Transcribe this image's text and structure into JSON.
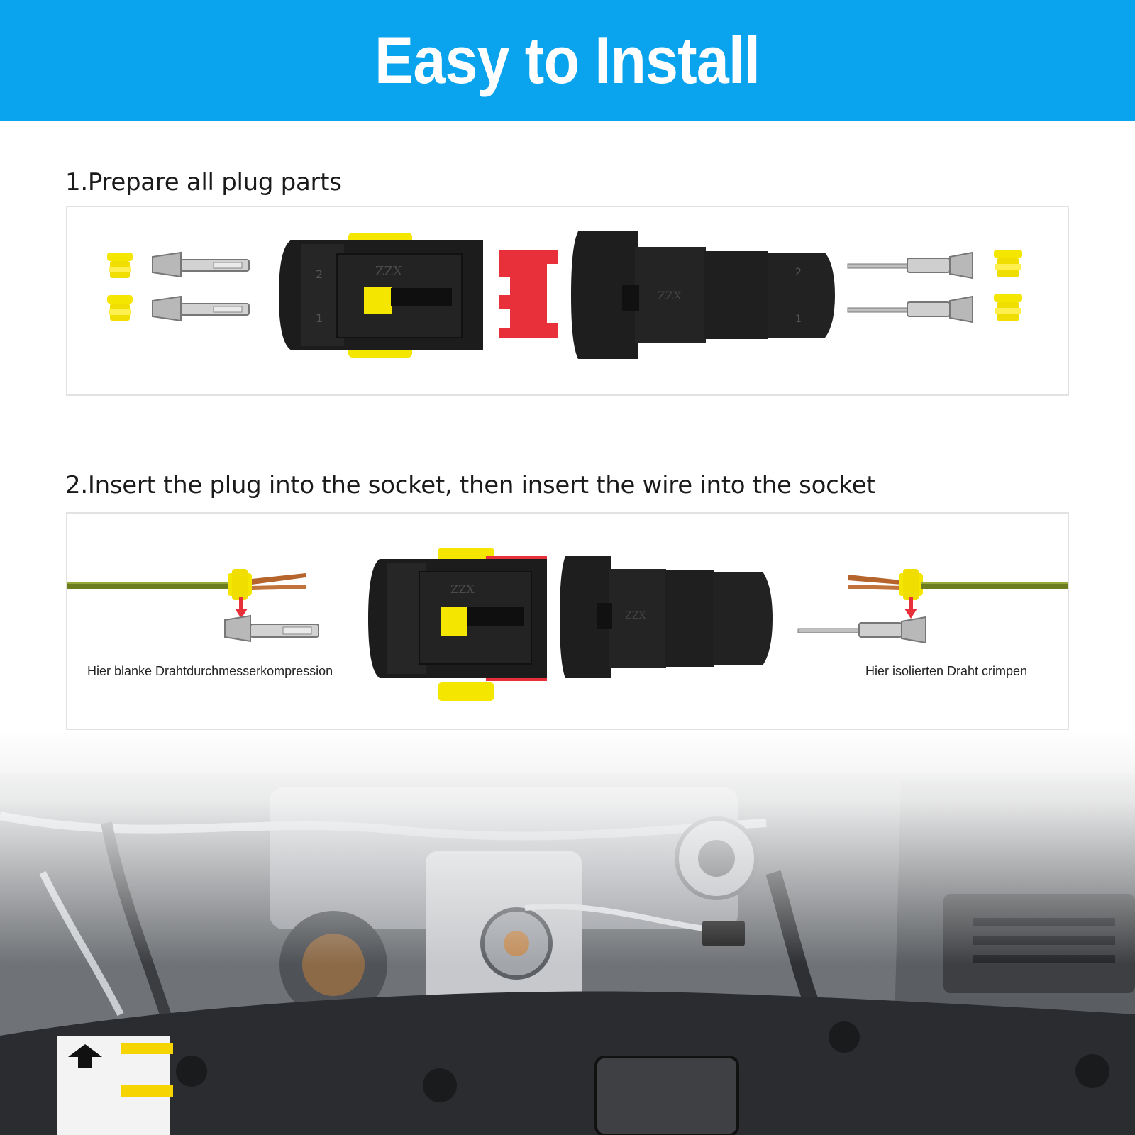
{
  "header": {
    "title": "Easy to Install"
  },
  "steps": [
    {
      "title": "1.Prepare all plug parts"
    },
    {
      "title": "2.Insert the plug into the socket, then insert the wire into the socket"
    }
  ],
  "connector": {
    "brand_mark": "ZZX",
    "pin_numbers": [
      "1",
      "2"
    ]
  },
  "captions": {
    "left": "Hier blanke Drahtdurchmesserkompression",
    "right": "Hier isolierten Draht crimpen"
  },
  "colors": {
    "banner": "#0aa4ee",
    "seal_yellow": "#f5e600",
    "lock_red": "#e8303a",
    "housing_black": "#1c1c1c"
  },
  "icons": [
    "seal-icon",
    "terminal-icon",
    "arrow-down-icon",
    "up-arrow-icon"
  ]
}
